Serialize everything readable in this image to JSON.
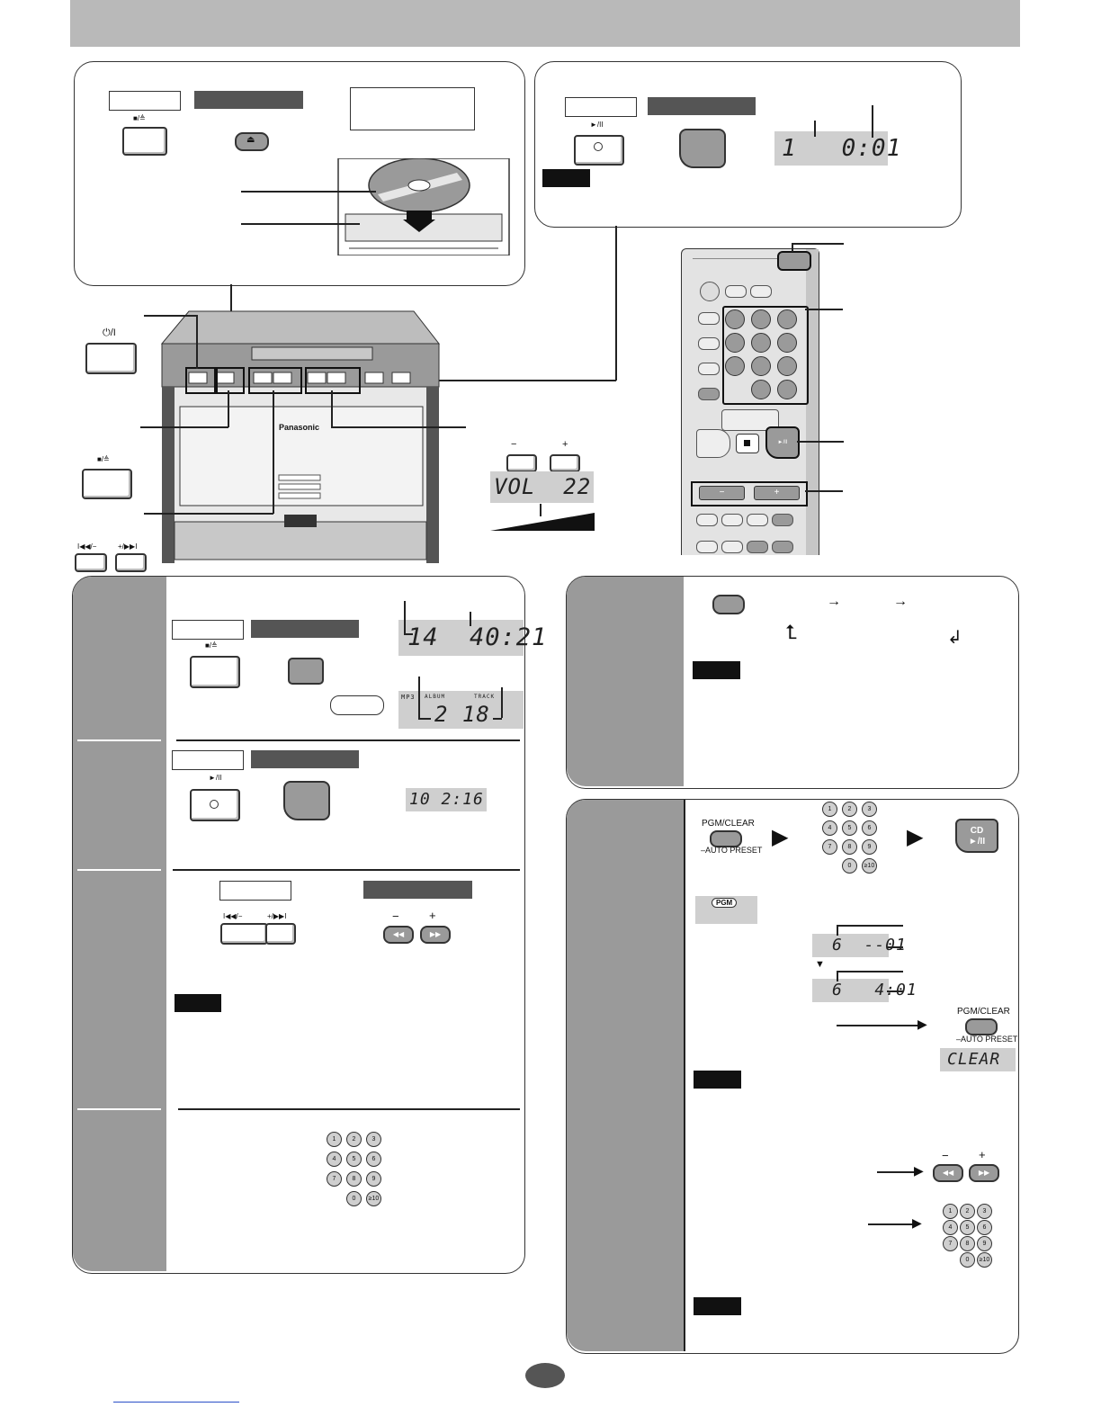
{
  "symbols": {
    "stop_eject": "■/≜",
    "play_pause": "►/II",
    "power": "⏻/I",
    "skip_back": "I◀◀/−",
    "skip_fwd": "+/▶▶I",
    "minus": "−",
    "plus": "+"
  },
  "displays": {
    "top_track_time": "1   0:01",
    "volume": "VOL  22",
    "mp3_track_time": "14  40:21",
    "mp3_album_track": "2      18",
    "pause_blink": "10 ⁠2:16",
    "program_entry": "6  --01",
    "program_time": "6   4:01",
    "clear": "CLEAR"
  },
  "indicators": {
    "mp3": "MP3",
    "album": "ALBUM",
    "track": "TRACK",
    "pgm": "PGM"
  },
  "unit": {
    "brand": "Panasonic"
  },
  "program": {
    "pgm_clear_label": "PGM/CLEAR",
    "auto_preset_label": "–AUTO PRESET",
    "cd_label": "CD",
    "cd_play_label": "►/II"
  },
  "keypad": {
    "keys": [
      "1",
      "2",
      "3",
      "4",
      "5",
      "6",
      "7",
      "8",
      "9",
      "0",
      "≥10"
    ]
  },
  "colors": {
    "panel_gray": "#9a9a9a",
    "lcd_gray": "#cfcfcf",
    "header_gray": "#b9b9b9",
    "dark_label": "#555555"
  }
}
